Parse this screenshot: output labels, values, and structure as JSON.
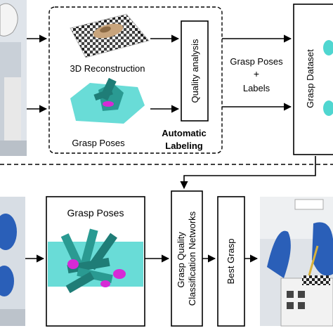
{
  "top": {
    "recon_label": "3D Reconstruction",
    "grasp_label": "Grasp Poses",
    "quality_label": "Quality analysis",
    "auto_label_line1": "Automatic",
    "auto_label_line2": "Labeling",
    "arrow_label_line1": "Grasp Poses",
    "arrow_label_plus": "+",
    "arrow_label_line2": "Labels",
    "dataset_label": "Grasp Dataset"
  },
  "bottom": {
    "grasp_label": "Grasp Poses",
    "network_line1": "Grasp Quality",
    "network_line2": "Classification Networks",
    "best_label": "Best Grasp"
  },
  "colors": {
    "cloud": "#4fd6d0",
    "gripper": "#2a9a92",
    "object": "#d62ad6",
    "robot_blue": "#2a5fb8"
  }
}
